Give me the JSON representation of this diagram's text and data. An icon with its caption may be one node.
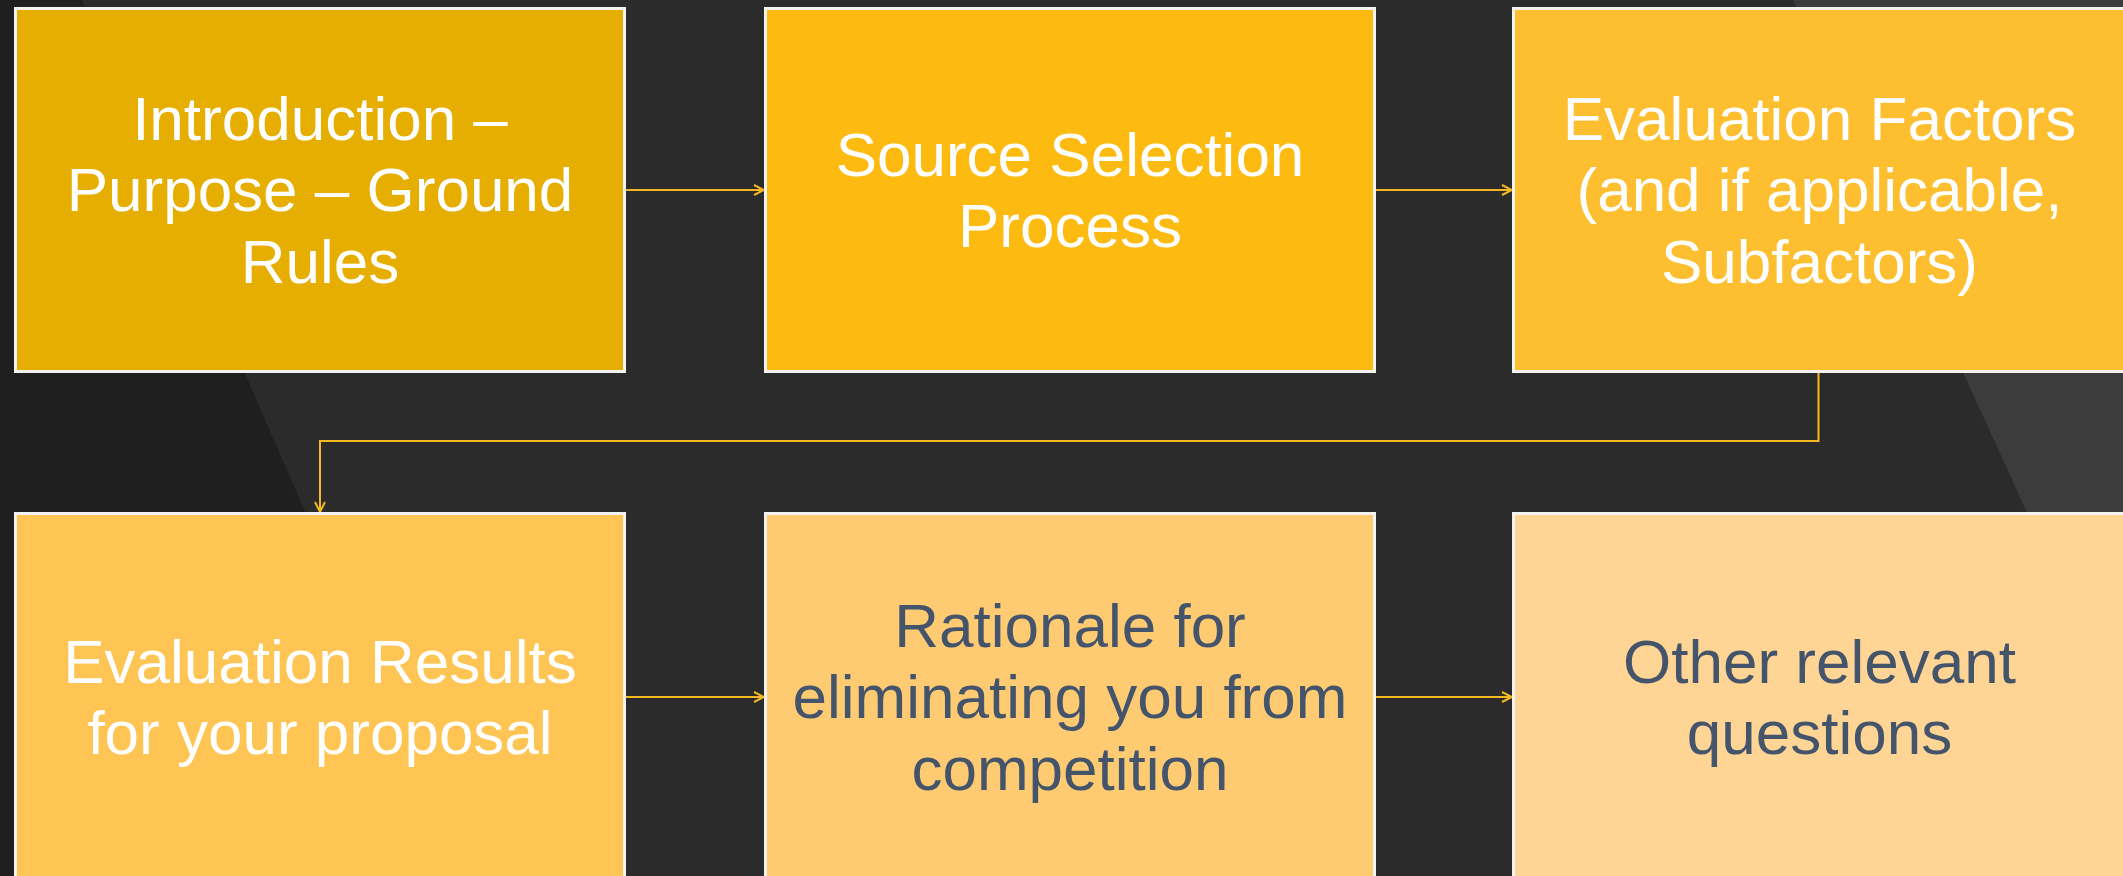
{
  "diagram": {
    "nodes": [
      {
        "text": [
          "Introduction – Purpose – Ground Rules"
        ]
      },
      {
        "text": [
          "Source Selection Process"
        ]
      },
      {
        "text": [
          "Evaluation Factors (and if applicable, Subfactors)"
        ]
      },
      {
        "text": [
          "Evaluation Results for your proposal"
        ]
      },
      {
        "text": [
          "Rationale for eliminating you from competition"
        ]
      },
      {
        "text": [
          "Other relevant questions"
        ]
      }
    ],
    "edges": [
      {
        "from": 0,
        "to": 1,
        "arrow": "to"
      },
      {
        "from": 1,
        "to": 2,
        "arrow": "to"
      },
      {
        "from": 2,
        "to": 3,
        "arrow": "to"
      },
      {
        "from": 3,
        "to": 4,
        "arrow": "to"
      },
      {
        "from": 4,
        "to": 5,
        "arrow": "to"
      }
    ]
  }
}
